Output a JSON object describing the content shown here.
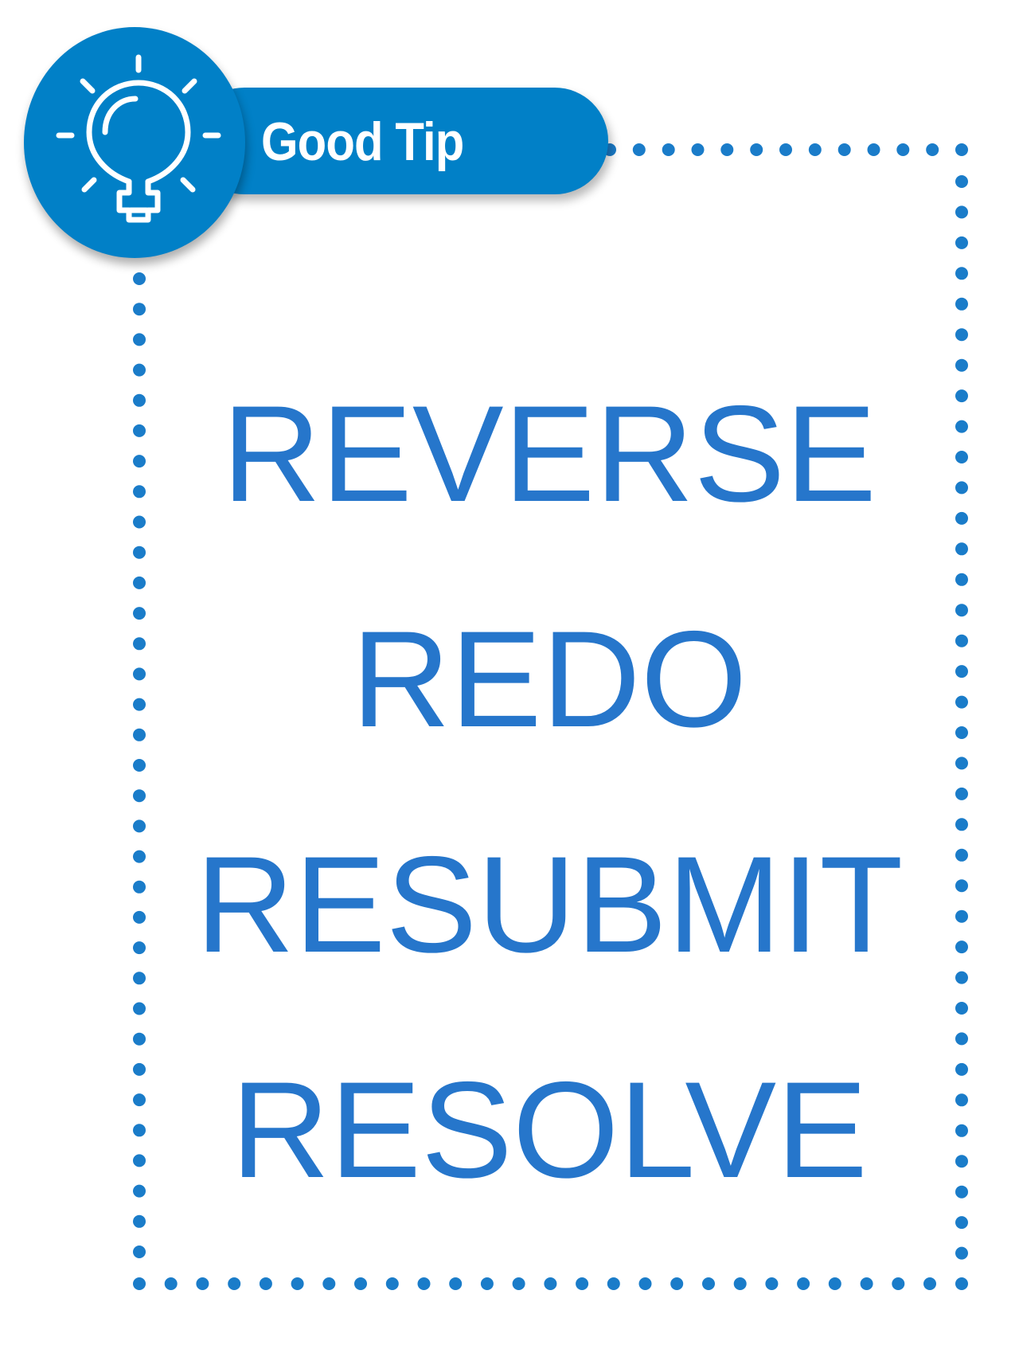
{
  "tip": {
    "label": "Good Tip",
    "icon": "lightbulb-icon"
  },
  "words": [
    "REVERSE",
    "REDO",
    "RESUBMIT",
    "RESOLVE"
  ],
  "colors": {
    "badge_blue": "#0180C7",
    "text_blue": "#2676CB",
    "dot_blue": "#1A7CC9",
    "background": "#FFFFFF"
  }
}
